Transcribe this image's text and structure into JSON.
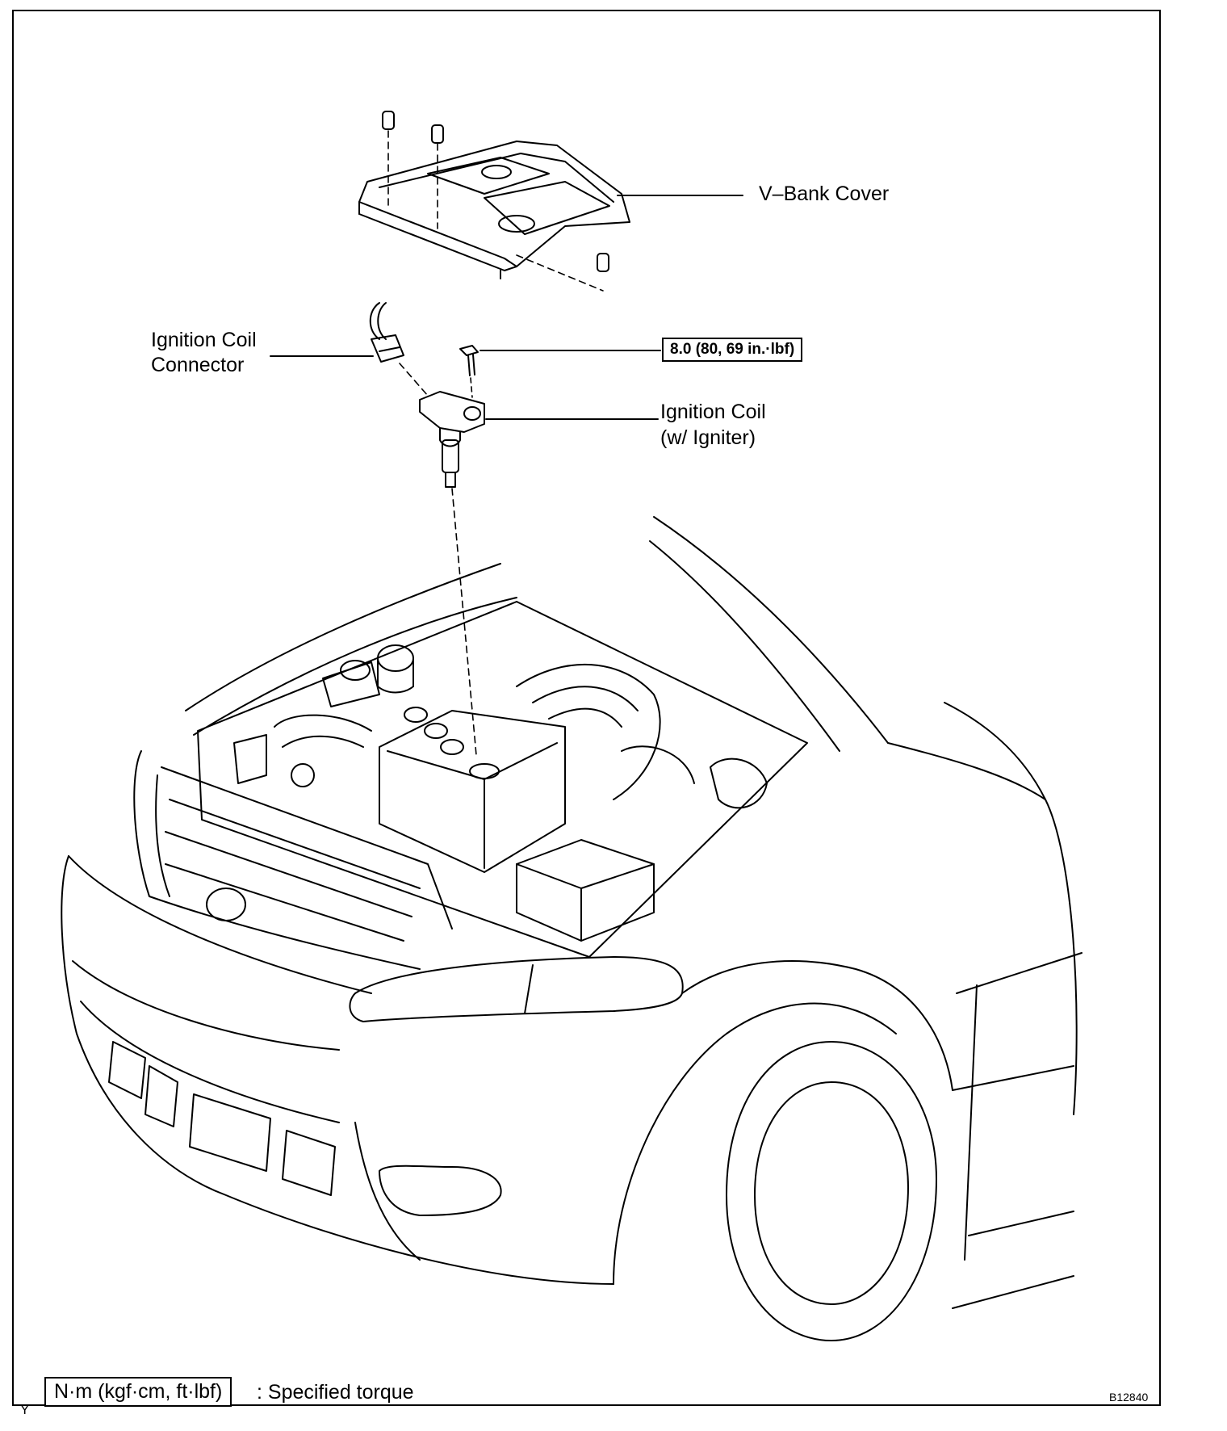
{
  "labels": {
    "v_bank_cover": "V–Bank Cover",
    "ignition_coil_connector_line1": "Ignition Coil",
    "ignition_coil_connector_line2": "Connector",
    "ignition_coil_line1": "Ignition Coil",
    "ignition_coil_line2": "(w/ Igniter)"
  },
  "torque_spec": "8.0 (80, 69 in.·lbf)",
  "legend": {
    "unit_box": "N·m (kgf·cm, ft·lbf)",
    "description": ": Specified torque"
  },
  "corner_mark": "Y",
  "figure_code": "B12840",
  "colors": {
    "line": "#000000",
    "background": "#ffffff"
  }
}
